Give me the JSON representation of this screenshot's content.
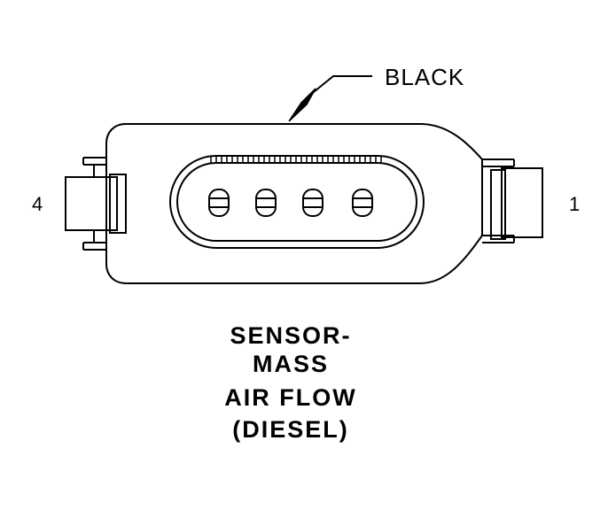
{
  "connector": {
    "callout_label": "BLACK",
    "pin_left_label": "4",
    "pin_right_label": "1",
    "pin_count": 4
  },
  "caption": {
    "line1": "SENSOR-",
    "line2": "MASS",
    "line3": "AIR FLOW",
    "line4": "(DIESEL)"
  }
}
